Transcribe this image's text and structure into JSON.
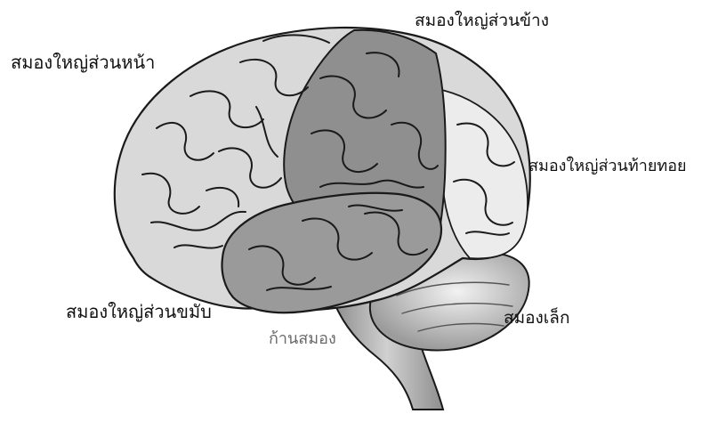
{
  "labels": {
    "frontal": "สมองใหญ่ส่วนหน้า",
    "parietal": "สมองใหญ่ส่วนข้าง",
    "occipital": "สมองใหญ่ส่วนท้ายทอย",
    "temporal": "สมองใหญ่ส่วนขมับ",
    "brainstem": "ก้านสมอง",
    "cerebellum": "สมองเล็ก"
  },
  "colors": {
    "frontal_lobe": "#d9d9d9",
    "parietal_lobe": "#8f8f8f",
    "occipital_lobe": "#ececec",
    "temporal_lobe": "#9a9a9a",
    "cerebellum": "#bdbdbd",
    "brainstem": "#a8a8a8",
    "outline": "#1a1a1a"
  }
}
